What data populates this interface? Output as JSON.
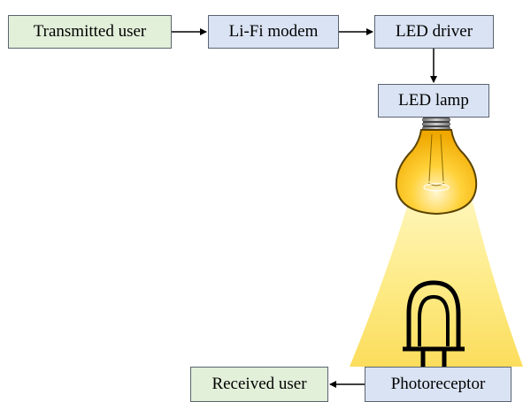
{
  "nodes": {
    "transmitted_user": "Transmitted user",
    "lifi_modem": "Li-Fi modem",
    "led_driver": "LED driver",
    "led_lamp": "LED lamp",
    "photoreceptor": "Photoreceptor",
    "received_user": "Received user"
  },
  "colors": {
    "sender_box": "#e2efd9",
    "device_box": "#dae3f3",
    "box_border": "#5a6470",
    "light_beam": "#fde97a",
    "bulb_glass": "#f5b800",
    "receiver_outline": "#000000"
  },
  "icons": {
    "bulb": "light-bulb-icon",
    "receiver": "photodiode-icon"
  }
}
